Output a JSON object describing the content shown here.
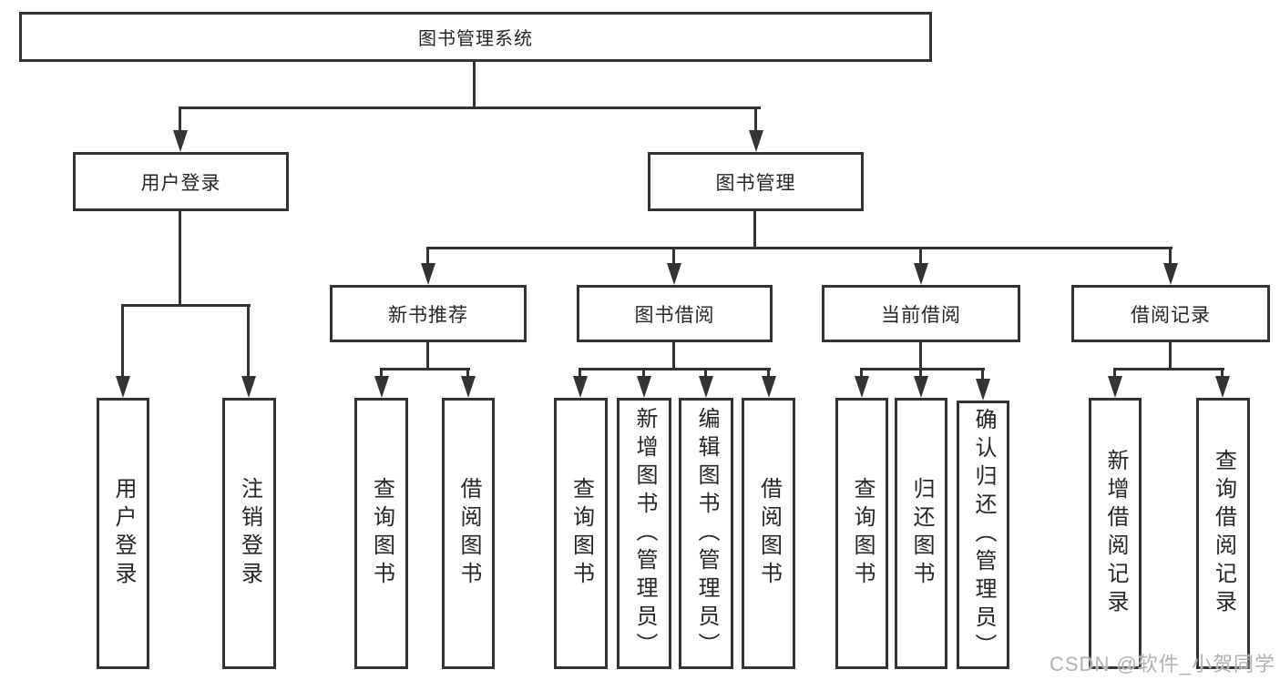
{
  "diagram_title": "图书管理系统",
  "tree": {
    "label": "图书管理系统",
    "children": [
      {
        "label": "用户登录",
        "children": [
          {
            "label": "用户登录"
          },
          {
            "label": "注销登录"
          }
        ]
      },
      {
        "label": "图书管理",
        "children": [
          {
            "label": "新书推荐",
            "children": [
              {
                "label": "查询图书"
              },
              {
                "label": "借阅图书"
              }
            ]
          },
          {
            "label": "图书借阅",
            "children": [
              {
                "label": "查询图书"
              },
              {
                "label": "新增图书（管理员）"
              },
              {
                "label": "编辑图书（管理员）"
              },
              {
                "label": "借阅图书"
              }
            ]
          },
          {
            "label": "当前借阅",
            "children": [
              {
                "label": "查询图书"
              },
              {
                "label": "归还图书"
              },
              {
                "label": "确认归还（管理员）"
              }
            ]
          },
          {
            "label": "借阅记录",
            "children": [
              {
                "label": "新增借阅记录"
              },
              {
                "label": "查询借阅记录"
              }
            ]
          }
        ]
      }
    ]
  },
  "watermark": "CSDN @软件_小贺同学",
  "colors": {
    "line": "#333333",
    "text": "#262626",
    "watermark": "#b3b3b3",
    "background": "#ffffff"
  }
}
